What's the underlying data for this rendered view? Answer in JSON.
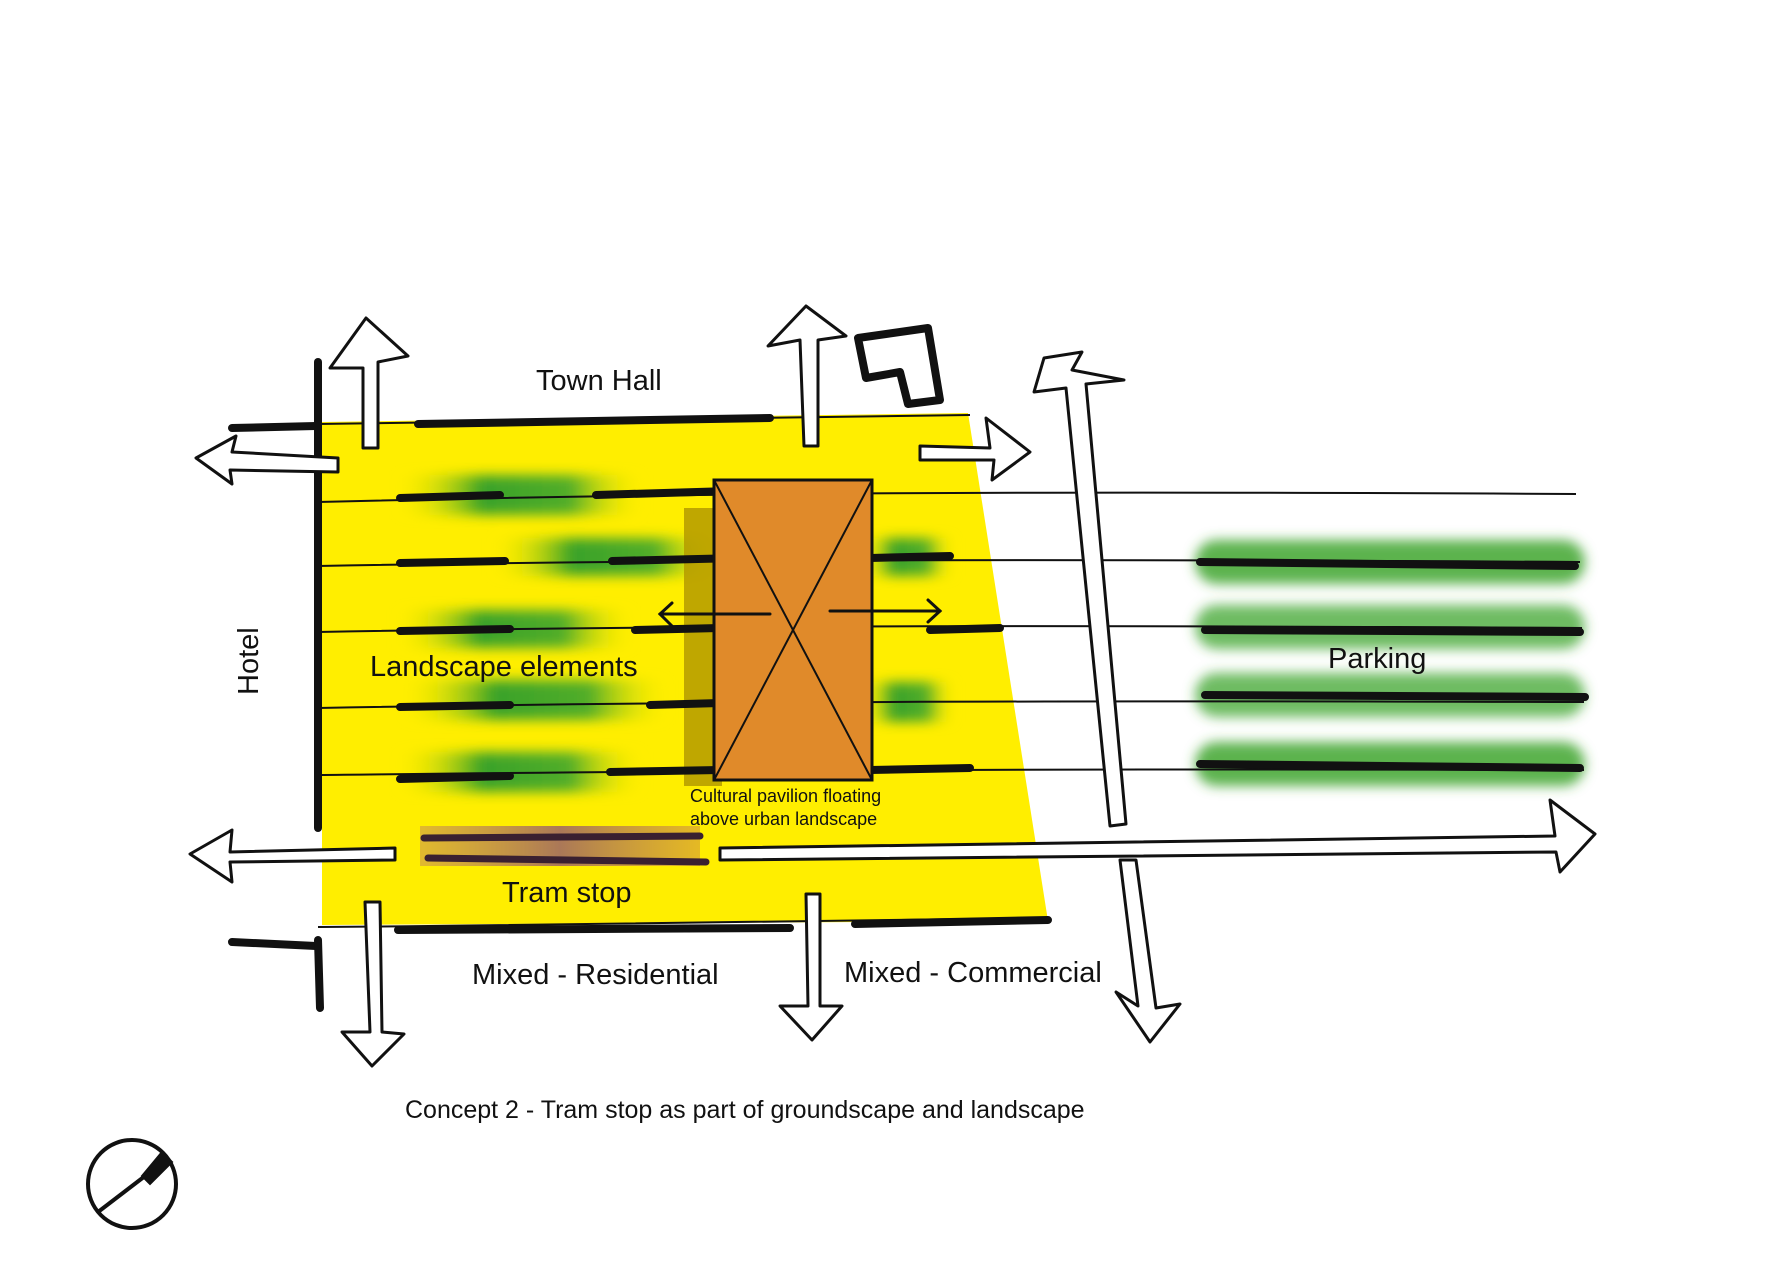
{
  "labels": {
    "town_hall": "Town Hall",
    "hotel": "Hotel",
    "landscape_elements": "Landscape elements",
    "parking": "Parking",
    "pavilion_line1": "Cultural pavilion floating",
    "pavilion_line2": "above urban landscape",
    "tram_stop": "Tram stop",
    "mixed_residential": "Mixed - Residential",
    "mixed_commercial": "Mixed - Commercial"
  },
  "caption": "Concept 2 - Tram stop as part of groundscape and landscape",
  "colors": {
    "site": "#ffee00",
    "pavilion": "#e08a2a",
    "landscape_green": "#3ea62e",
    "tram_purple": "#9a5a8a",
    "ink": "#111111"
  },
  "icons": {
    "north": "north-arrow-icon"
  }
}
